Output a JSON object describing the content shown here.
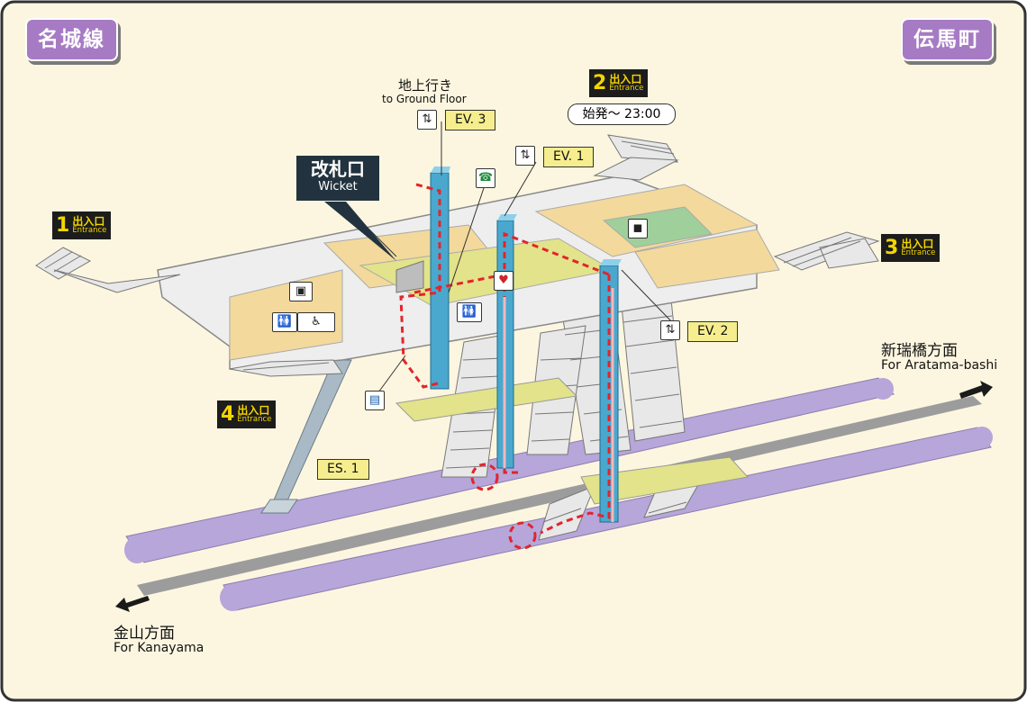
{
  "line_name": "名城線",
  "station_name": "伝馬町",
  "wicket": {
    "jp": "改札口",
    "en": "Wicket"
  },
  "exits": [
    {
      "num": "1",
      "jp": "出入口",
      "en": "Entrance"
    },
    {
      "num": "2",
      "jp": "出入口",
      "en": "Entrance",
      "hours": "始発～ 23:00"
    },
    {
      "num": "3",
      "jp": "出入口",
      "en": "Entrance"
    },
    {
      "num": "4",
      "jp": "出入口",
      "en": "Entrance"
    }
  ],
  "elevators": [
    "EV. 1",
    "EV. 2",
    "EV. 3"
  ],
  "escalator": "ES. 1",
  "ground_floor": {
    "jp": "地上行き",
    "en": "to Ground Floor"
  },
  "directions": {
    "up": {
      "jp": "新瑞橋方面",
      "en": "For Aratama-bashi"
    },
    "down": {
      "jp": "金山方面",
      "en": "For Kanayama"
    }
  },
  "icons": [
    "elevator-icon",
    "telephone-icon",
    "aed-icon",
    "restroom-icon",
    "accessible-restroom-icon",
    "ticket-machine-icon",
    "station-office-icon",
    "locker-icon"
  ],
  "colors": {
    "line": "#a77bc4",
    "platform": "#b7a7d8",
    "elevator": "#4aa8cf",
    "route": "#e3242b",
    "concourse": "#f3d99c",
    "wicket_area": "#e2e38a",
    "entrance_bg": "#1c1c1c",
    "entrance_fg": "#f3d500"
  }
}
